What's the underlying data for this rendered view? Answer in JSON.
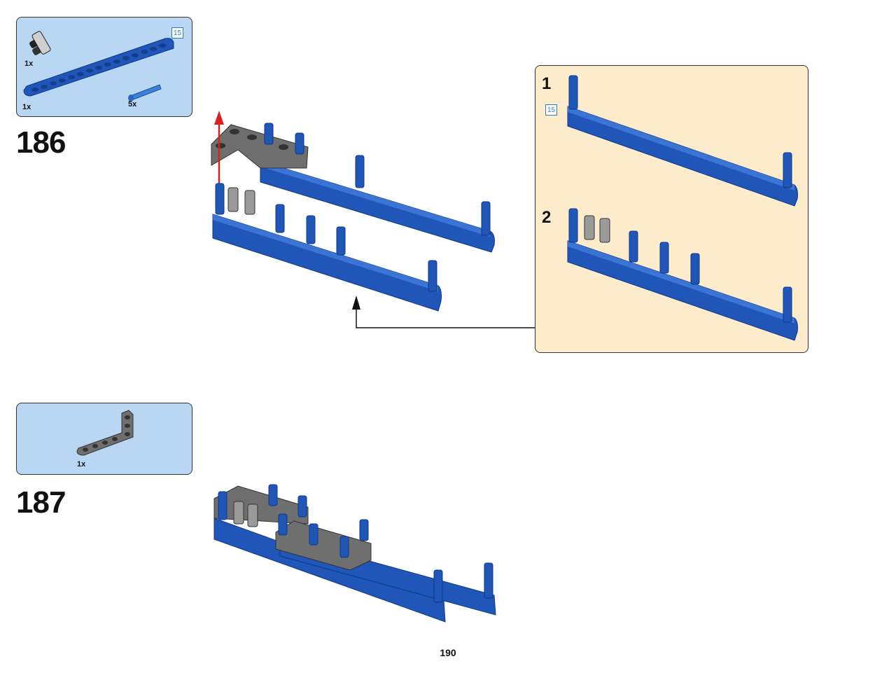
{
  "steps": [
    {
      "number": "186",
      "parts": [
        {
          "icon": "tube-connector-pair-icon",
          "qty": "1x"
        },
        {
          "icon": "beam-15-icon",
          "qty": "1x",
          "length_badge": "15"
        },
        {
          "icon": "blue-pin-icon",
          "qty": "5x"
        }
      ],
      "callout": {
        "substeps": [
          {
            "number": "1",
            "length_badge": "15"
          },
          {
            "number": "2"
          }
        ]
      }
    },
    {
      "number": "187",
      "parts": [
        {
          "icon": "l-beam-gray-icon",
          "qty": "1x"
        }
      ]
    }
  ],
  "page_number": "190",
  "colors": {
    "parts_box": "#b9d7f3",
    "callout_bg": "#fdeccb",
    "beam_blue": "#1f56b8",
    "beam_gray": "#6f6f6f",
    "arrow_red": "#d9201f",
    "badge_blue": "#2a7fc2"
  }
}
